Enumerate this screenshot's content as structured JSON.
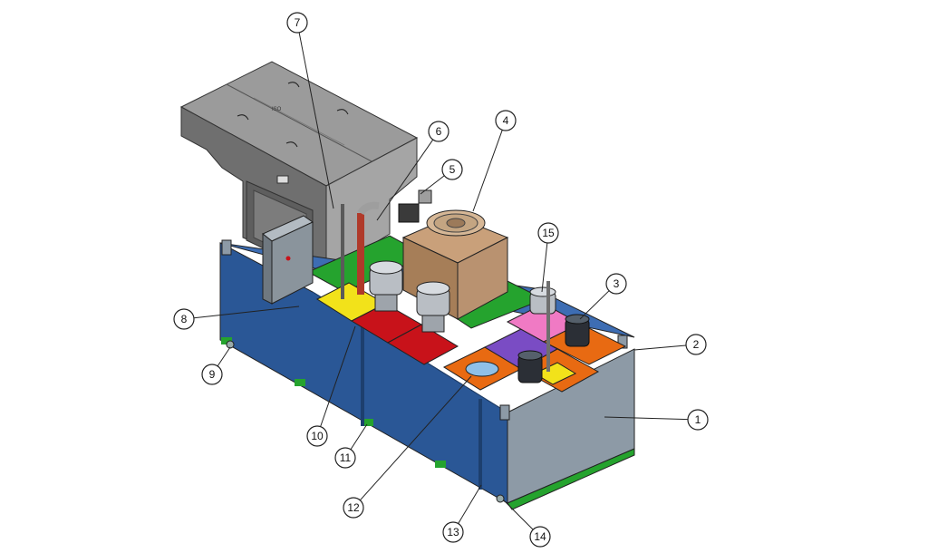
{
  "colors": {
    "tank_blue": "#2a5796",
    "tank_blue_dark": "#1f4478",
    "tank_blue_top": "#3d6db3",
    "end_panel_gray": "#8d9aa6",
    "hood_gray": "#8e8e8e",
    "hood_gray_dark": "#6f6f6f",
    "hood_gray_light": "#a9a9a9",
    "cooler_tan": "#b08a66",
    "green": "#25a32e",
    "yellow": "#f2e21a",
    "red": "#c8121a",
    "orange": "#e86a12",
    "purple": "#7a4cc4",
    "pink": "#f07ac4",
    "motor_gray": "#b9bec4",
    "control_box": "#8a949c",
    "pipe_red": "#b03a2a"
  },
  "callouts": [
    {
      "label": "1",
      "target": "end-panel"
    },
    {
      "label": "2",
      "target": "lifting-lug"
    },
    {
      "label": "3",
      "target": "pump-motor-purple"
    },
    {
      "label": "4",
      "target": "oil-cooler"
    },
    {
      "label": "5",
      "target": "valve"
    },
    {
      "label": "6",
      "target": "return-pipe"
    },
    {
      "label": "7",
      "target": "level-gauge"
    },
    {
      "label": "8",
      "target": "control-box"
    },
    {
      "label": "9",
      "target": "drain-plug"
    },
    {
      "label": "10",
      "target": "yellow-compartment"
    },
    {
      "label": "11",
      "target": "cover-rail"
    },
    {
      "label": "12",
      "target": "inspection-hatch"
    },
    {
      "label": "13",
      "target": "cover-rail"
    },
    {
      "label": "14",
      "target": "drain-plug"
    },
    {
      "label": "15",
      "target": "pump-motor-pink"
    }
  ],
  "hood_marking": "ISO"
}
